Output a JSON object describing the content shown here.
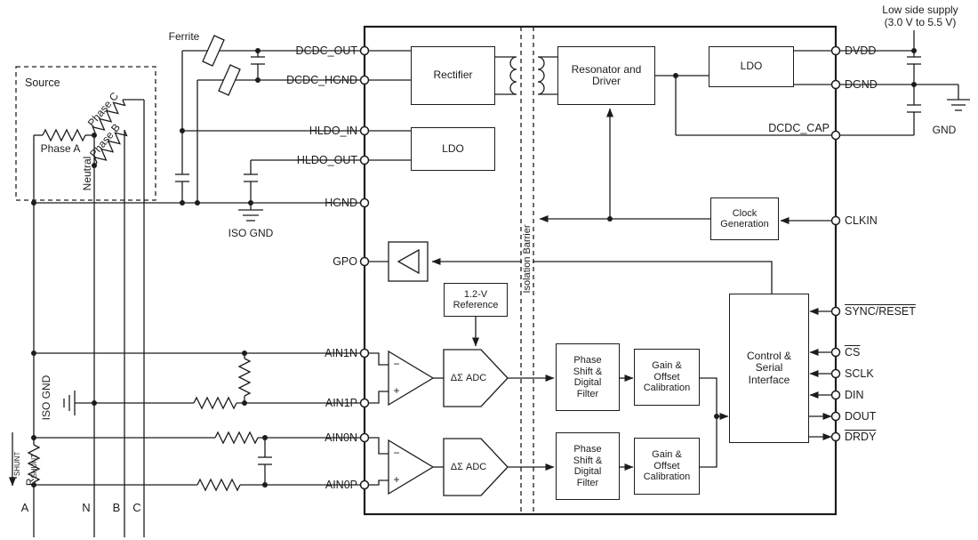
{
  "diagram": {
    "supply_note": "Low side supply\n(3.0 V to 5.5 V)",
    "gnd_label": "GND",
    "source_label": "Source",
    "ferrite_label": "Ferrite",
    "phase_a": "Phase A",
    "phase_b": "Phase B",
    "phase_c": "Phase C",
    "neutral": "Neutral",
    "iso_gnd_near_hgnd": "ISO GND",
    "iso_gnd_near_ain1p": "ISO GND",
    "shunt_current_prefix": "I",
    "shunt_current_sub": "SHUNT",
    "shunt_resistor_prefix": "R",
    "shunt_resistor_sub": "SHUNT",
    "phase_wire_labels": [
      "A",
      "N",
      "B",
      "C"
    ],
    "isolation_barrier": "Isolation Barrier"
  },
  "left_pins": [
    "DCDC_OUT",
    "DCDC_HGND",
    "HLDO_IN",
    "HLDO_OUT",
    "HGND",
    "GPO",
    "AIN1N",
    "AIN1P",
    "AIN0N",
    "AIN0P"
  ],
  "right_pins": [
    "DVDD",
    "DGND",
    "DCDC_CAP",
    "CLKIN",
    "SYNC/RESET",
    "CS",
    "SCLK",
    "DIN",
    "DOUT",
    "DRDY"
  ],
  "blocks": {
    "rectifier": "Rectifier",
    "high_side_ldo": "LDO",
    "resonator_driver": "Resonator and\nDriver",
    "low_side_ldo": "LDO",
    "clock_generation": "Clock\nGeneration",
    "reference": "1.2-V\nReference",
    "adc1": "ΔΣ ADC",
    "adc0": "ΔΣ ADC",
    "phase_shift_filter_1": "Phase\nShift &\nDigital\nFilter",
    "phase_shift_filter_0": "Phase\nShift &\nDigital\nFilter",
    "gain_offset_cal_1": "Gain &\nOffset\nCalibration",
    "gain_offset_cal_0": "Gain &\nOffset\nCalibration",
    "control_serial": "Control &\nSerial\nInterface"
  },
  "opamp": {
    "inverting": "−",
    "noninverting": "+"
  },
  "colors": {
    "line": "#1c1c1c",
    "background": "#ffffff"
  }
}
